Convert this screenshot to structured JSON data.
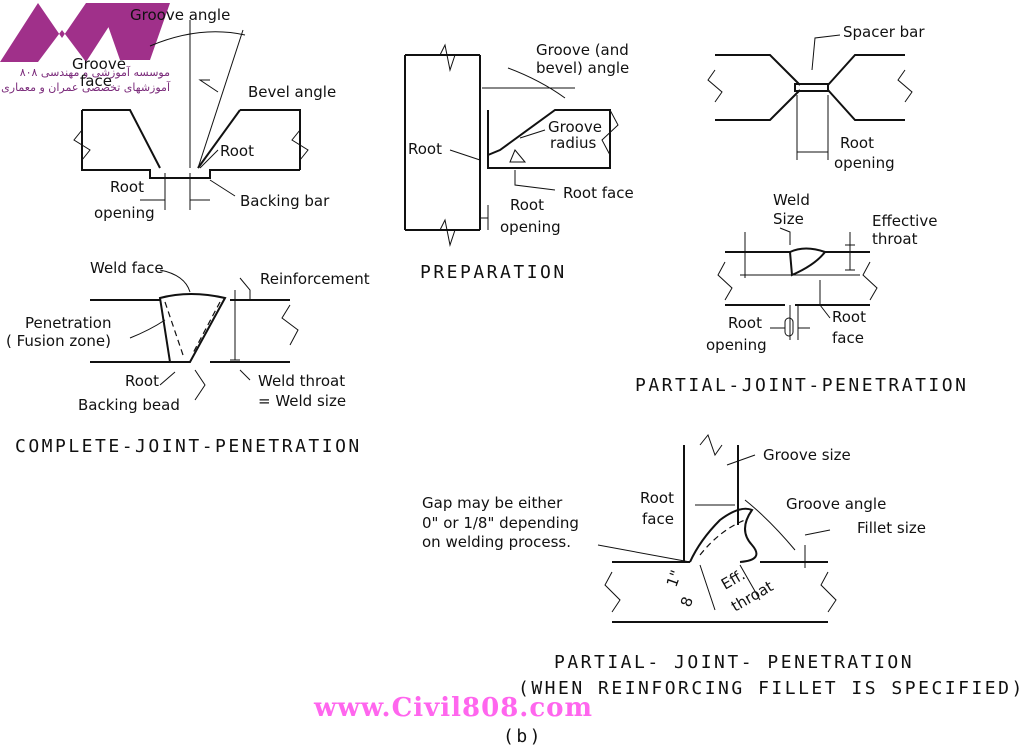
{
  "logo": {
    "line1": "موسسه آموزشی و مهندسی ۸۰۸",
    "line2": "آموزشهای تخصصی عمران و معماری",
    "color": "#a0308a"
  },
  "watermark": "www.Civil808.com",
  "figure_label": "(b)",
  "captions": {
    "complete": "COMPLETE-JOINT-PENETRATION",
    "preparation": "PREPARATION",
    "partial": "PARTIAL-JOINT-PENETRATION",
    "partial_fillet_1": "PARTIAL- JOINT- PENETRATION",
    "partial_fillet_2": "(WHEN REINFORCING FILLET IS SPECIFIED)"
  },
  "labels": {
    "groove_angle_top": "Groove angle",
    "groove_face_1": "Groove",
    "groove_face_2": "face",
    "bevel_angle": "Bevel angle",
    "root_v": "Root",
    "root_opening_v_1": "Root",
    "root_opening_v_2": "opening",
    "backing_bar": "Backing bar",
    "groove_bevel_angle_1": "Groove (and",
    "groove_bevel_angle_2": "bevel) angle",
    "groove_radius_1": "Groove",
    "groove_radius_2": "radius",
    "root_prep": "Root",
    "root_face_prep": "Root face",
    "root_opening_prep_1": "Root",
    "root_opening_prep_2": "opening",
    "spacer_bar": "Spacer bar",
    "root_opening_sp_1": "Root",
    "root_opening_sp_2": "opening",
    "weld_face": "Weld face",
    "reinforcement": "Reinforcement",
    "penetration_1": "Penetration",
    "penetration_2": "( Fusion zone)",
    "root_cjp": "Root",
    "backing_bead": "Backing bead",
    "weld_throat_1": "Weld throat",
    "weld_throat_2": "= Weld size",
    "weld_size_1": "Weld",
    "weld_size_2": "Size",
    "effective_throat_1": "Effective",
    "effective_throat_2": "throat",
    "root_opening_pjp_1": "Root",
    "root_opening_pjp_2": "opening",
    "root_face_pjp_1": "Root",
    "root_face_pjp_2": "face",
    "groove_size": "Groove size",
    "gap_1": "Gap may be either",
    "gap_2": "0\" or 1/8\" depending",
    "gap_3": "on welding process.",
    "root_face_f_1": "Root",
    "root_face_f_2": "face",
    "groove_angle_f": "Groove angle",
    "fillet_size": "Fillet size",
    "eff_throat_1": "Eff.",
    "eff_throat_2": "throat",
    "eighth_1": "1\"",
    "eighth_2": "8"
  }
}
